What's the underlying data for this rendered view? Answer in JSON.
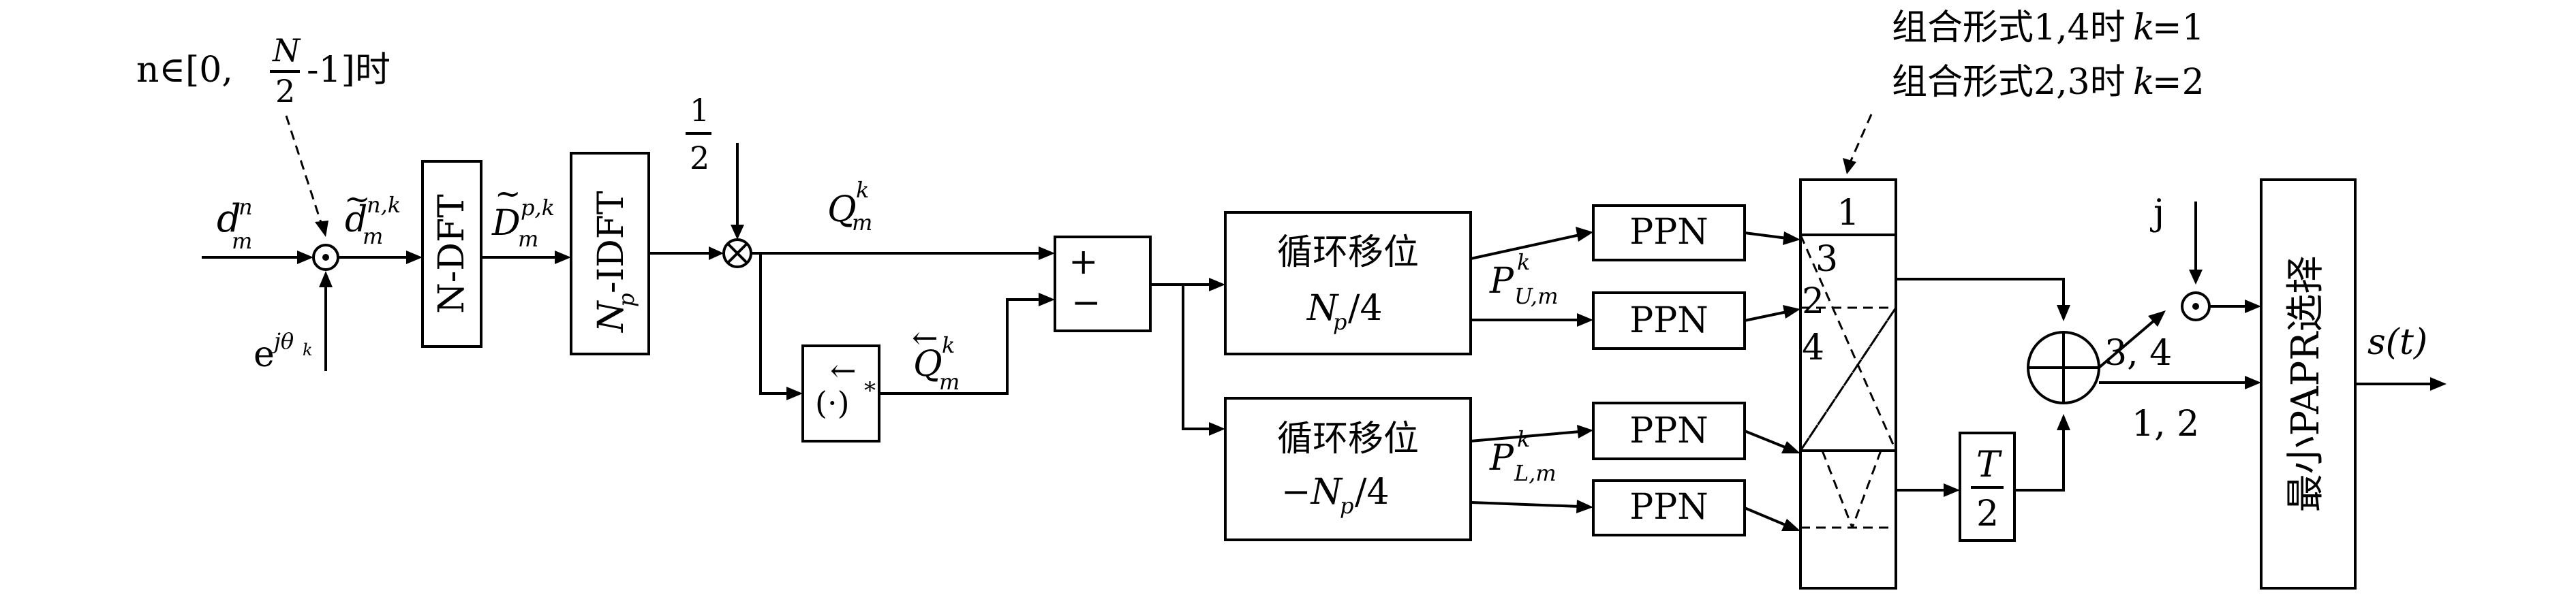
{
  "input": {
    "signal": "d",
    "signal_sup": "n",
    "signal_sub": "m",
    "phase": "e",
    "phase_sup": "jθ",
    "phase_sup_sub": "k",
    "condition": "n∈[0,",
    "condition_frac_num": "N",
    "condition_frac_den": "2",
    "condition_tail": "-1]时"
  },
  "after_mult": {
    "base": "d",
    "sup": "n,k",
    "sub": "m"
  },
  "ndft": {
    "label": "N-DFT"
  },
  "after_dft": {
    "base": "D",
    "sup": "p,k",
    "sub": "m"
  },
  "npidft": {
    "label_n": "N",
    "label_p": "p",
    "label_rest": "-IDFT"
  },
  "half": {
    "num": "1",
    "den": "2"
  },
  "q": {
    "base": "Q",
    "sup": "k",
    "sub": "m"
  },
  "conj": {
    "label": "(·)",
    "star": "*",
    "arrow": "←"
  },
  "q_rev": {
    "base": "Q",
    "sup": "k",
    "sub": "m",
    "arrow": "←"
  },
  "sum": {
    "plus": "+",
    "minus": "−"
  },
  "shift_up": {
    "line1": "循环移位",
    "line2_base": "N",
    "line2_sub": "p",
    "line2_tail": "/4"
  },
  "shift_down": {
    "line1": "循环移位",
    "line2_base": "−N",
    "line2_sub": "p",
    "line2_tail": "/4"
  },
  "p_up": {
    "base": "P",
    "sup": "k",
    "sub": "U,m"
  },
  "p_down": {
    "base": "P",
    "sup": "k",
    "sub": "L,m"
  },
  "ppn": [
    "PPN",
    "PPN",
    "PPN",
    "PPN"
  ],
  "combo_note": {
    "line1": "组合形式1,4时",
    "line1_k": "k",
    "line1_val": "=1",
    "line2": "组合形式2,3时",
    "line2_k": "k",
    "line2_val": "=2"
  },
  "switch_labels": {
    "one": "1",
    "three": "3",
    "two": "2",
    "four": "4"
  },
  "delay": {
    "num": "T",
    "den": "2"
  },
  "output_branch": {
    "top": "3, 4",
    "bottom": "1, 2"
  },
  "j_label": "j",
  "select_box": "最小PAPR选择",
  "output": {
    "label": "s(t)"
  }
}
